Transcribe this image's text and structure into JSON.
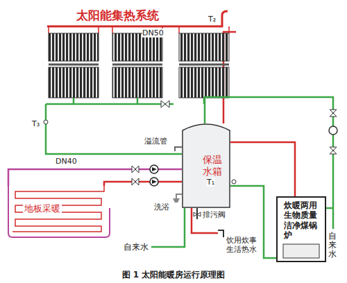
{
  "diagram": {
    "caption": "图 1 太阳能暖房运行原理图",
    "nodes": [
      {
        "text": [
          "太阳能集热系统"
        ]
      },
      {
        "text": [
          "保温水箱"
        ]
      },
      {
        "text": [
          "地板采暖"
        ]
      },
      {
        "text": [
          "炊暖两用生物质量洁净煤锅炉"
        ]
      }
    ],
    "edges": [
      {
        "from": 0,
        "to": 1,
        "arrow": "none"
      },
      {
        "from": 1,
        "to": 0,
        "arrow": "none"
      },
      {
        "from": 1,
        "to": 2,
        "arrow": "none"
      },
      {
        "from": 2,
        "to": 1,
        "arrow": "none"
      },
      {
        "from": 1,
        "to": 3,
        "arrow": "none"
      },
      {
        "from": 3,
        "to": 1,
        "arrow": "none"
      }
    ],
    "labels": [
      "DN50",
      "T₂",
      "T₃",
      "溢流管",
      "DN40",
      "T₁",
      "洗浴",
      "排污阀",
      "自来水",
      "饮用炊事 生活热水",
      "自来水"
    ]
  }
}
